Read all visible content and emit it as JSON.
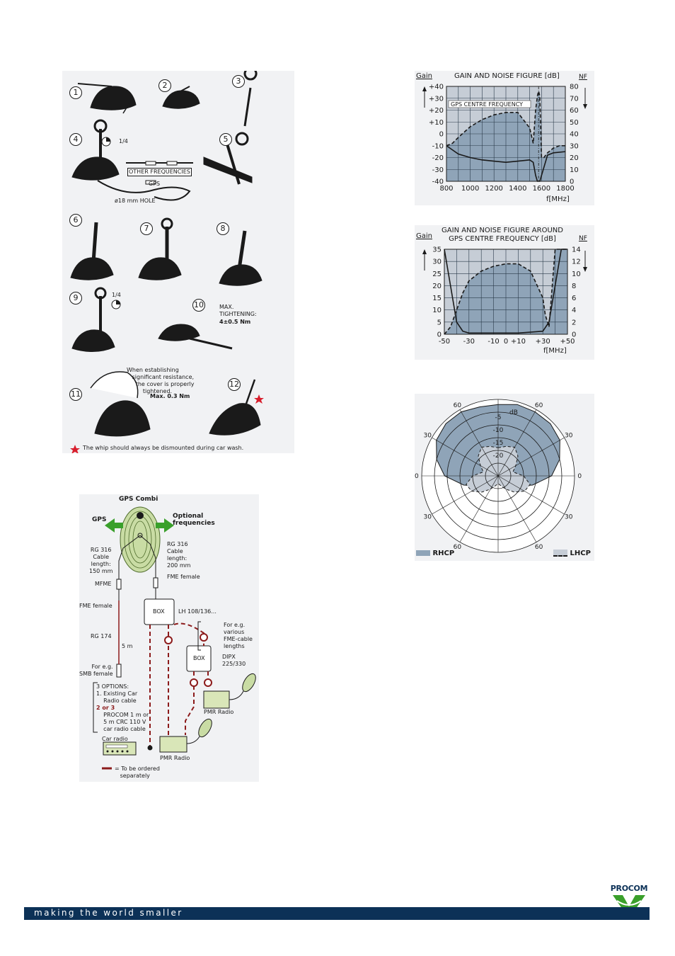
{
  "installation": {
    "steps": [
      "1",
      "2",
      "3",
      "4",
      "5",
      "6",
      "7",
      "8",
      "9",
      "10",
      "11",
      "12"
    ],
    "quarter_turn": "1/4",
    "other_frequencies": "OTHER FREQUENCIES",
    "gps": "GPS",
    "hole": "ø18 mm HOLE",
    "max_tightening": "MAX.\nTIGHTENING:",
    "torque": "4±0.5 Nm",
    "resistance_note": "When establishing\n   significant resistance,\n     the cover is properly\n         tightened.",
    "max_torque": "Max. 0.3 Nm",
    "car_wash_note": "The whip should always be dismounted during car wash.",
    "star_color": "#d81e2c"
  },
  "wiring": {
    "title": "GPS Combi",
    "gps": "GPS",
    "optional": "Optional\nfrequencies",
    "cable_left": "RG 316\nCable\nlength:\n150 mm",
    "cable_right": "RG 316\nCable\nlength:\n200 mm",
    "mfme": "MFME",
    "fme_female_right": "FME female",
    "fme_female_left": "FME female",
    "rg174": "RG 174",
    "length_5m": "5 m",
    "smb": "For e.g.\nSMB female",
    "box1": "BOX",
    "lh": "LH 108/136...",
    "various": "For e.g.\nvarious\nFME-cable\nlengths",
    "box2": "BOX",
    "dipx": "DIPX\n225/330",
    "options_title": "3 OPTIONS:",
    "options_1": "1. Existing Car\n    Radio cable",
    "options_23": "2 or 3",
    "options_rest": "    PROCOM 1 m or\n    5 m CRC 110 V\n    car radio cable",
    "car_radio": "Car radio",
    "pmr_radio_1": "PMR Radio",
    "pmr_radio_2": "PMR Radio",
    "legend": "= To be ordered\n   separately",
    "accent_red": "#8c1b1b",
    "accent_green": "#3aa02b"
  },
  "chart_data": [
    {
      "type": "area",
      "title": "GAIN AND NOISE FIGURE [dB]",
      "annotation": "GPS CENTRE FREQUENCY",
      "x_ticks": [
        "800",
        "1000",
        "1200",
        "1400",
        "1600",
        "1800"
      ],
      "x_unit": "f[MHz]",
      "left_axis": {
        "name": "Gain",
        "ticks": [
          "+40",
          "+30",
          "+20",
          "+10",
          "0",
          "-10",
          "-20",
          "-30",
          "-40"
        ],
        "range": [
          -40,
          40
        ]
      },
      "right_axis": {
        "name": "NF",
        "ticks": [
          "80",
          "70",
          "60",
          "50",
          "40",
          "30",
          "20",
          "10",
          "0"
        ],
        "range": [
          0,
          80
        ]
      },
      "xlim": [
        800,
        1800
      ],
      "grid": true,
      "series": [
        {
          "name": "Gain",
          "x": [
            800,
            850,
            900,
            1000,
            1100,
            1200,
            1300,
            1400,
            1500,
            1530,
            1550,
            1565,
            1575,
            1585,
            1600,
            1620,
            1650,
            1700,
            1750,
            1800
          ],
          "values": [
            -10,
            -8,
            -3,
            6,
            12,
            16,
            18,
            18,
            5,
            -8,
            20,
            32,
            36,
            32,
            -20,
            -20,
            -16,
            -12,
            -10,
            -10
          ]
        },
        {
          "name": "NF",
          "x": [
            800,
            900,
            1000,
            1100,
            1200,
            1300,
            1400,
            1500,
            1530,
            1550,
            1565,
            1575,
            1585,
            1600,
            1650,
            1700,
            1800
          ],
          "values": [
            30,
            23,
            20,
            18,
            17,
            16,
            17,
            18,
            16,
            5,
            0,
            0,
            0,
            5,
            22,
            24,
            25
          ]
        }
      ],
      "fill_color": "#8fa4b8",
      "bg_color": "#c6cdd6"
    },
    {
      "type": "area",
      "title": "GAIN AND NOISE FIGURE AROUND\nGPS CENTRE FREQUENCY [dB]",
      "x_ticks": [
        "-50",
        "-30",
        "-10",
        "0",
        "+10",
        "+30",
        "+50"
      ],
      "x_unit": "f[MHz]",
      "left_axis": {
        "name": "Gain",
        "ticks": [
          "35",
          "30",
          "25",
          "20",
          "15",
          "10",
          "5",
          "0"
        ],
        "range": [
          0,
          35
        ]
      },
      "right_axis": {
        "name": "NF",
        "ticks": [
          "14",
          "12",
          "10",
          "8",
          "6",
          "4",
          "2",
          "0"
        ],
        "range": [
          0,
          14
        ]
      },
      "xlim": [
        -50,
        50
      ],
      "grid": true,
      "series": [
        {
          "name": "Gain",
          "x": [
            -50,
            -45,
            -40,
            -35,
            -30,
            -20,
            -10,
            0,
            10,
            20,
            30,
            32,
            35,
            40,
            45,
            50
          ],
          "values": [
            0,
            3,
            10,
            17,
            22,
            26,
            28,
            29,
            29,
            26,
            15,
            8,
            3,
            35,
            35,
            35
          ]
        },
        {
          "name": "NF",
          "x": [
            -50,
            -45,
            -40,
            -35,
            -30,
            -10,
            10,
            30,
            35,
            40,
            45,
            50
          ],
          "values": [
            14,
            8,
            2,
            0.5,
            0.2,
            0.2,
            0.2,
            0.5,
            2,
            8,
            14,
            14
          ]
        }
      ],
      "fill_color": "#8fa4b8",
      "bg_color": "#c6cdd6"
    },
    {
      "type": "polar",
      "ring_labels": [
        "-5",
        "-10",
        "-15",
        "-20"
      ],
      "unit": "dB",
      "angle_labels": [
        "0",
        "30",
        "60",
        "60",
        "30",
        "0",
        "30",
        "60",
        "60",
        "30"
      ],
      "ring_values": [
        0,
        -5,
        -10,
        -15,
        -20,
        -25,
        -30
      ],
      "series": [
        {
          "name": "RHCP",
          "angles": [
            0,
            15,
            30,
            45,
            60,
            75,
            90,
            105,
            120,
            135,
            150,
            165,
            180,
            195,
            210,
            225,
            240,
            255,
            270,
            285,
            300,
            315,
            330,
            345
          ],
          "values": [
            -2,
            -1,
            -1,
            -1,
            -2,
            -5,
            -9,
            -16,
            -22,
            -26,
            -28,
            -29,
            -30,
            -29,
            -28,
            -26,
            -22,
            -16,
            -9,
            -5,
            -2,
            -1,
            -1,
            -2
          ]
        },
        {
          "name": "LHCP",
          "angles": [
            0,
            15,
            30,
            45,
            60,
            75,
            90,
            105,
            120,
            135,
            150,
            165,
            180,
            195,
            210,
            225,
            240,
            255,
            270,
            285,
            300,
            315,
            330,
            345
          ],
          "values": [
            -19,
            -18,
            -17,
            -19,
            -22,
            -24,
            -20,
            -17,
            -18,
            -21,
            -24,
            -26,
            -27,
            -26,
            -24,
            -21,
            -18,
            -17,
            -20,
            -24,
            -22,
            -19,
            -17,
            -18
          ]
        }
      ],
      "legend": [
        "RHCP",
        "LHCP"
      ],
      "rhcp_color": "#8fa4b8",
      "lhcp_color": "#c6cdd6"
    }
  ],
  "footer": {
    "tagline": "making the world smaller",
    "brand": "PROCOM",
    "footer_color": "#0c3157",
    "logo_green": "#3aa02b"
  }
}
